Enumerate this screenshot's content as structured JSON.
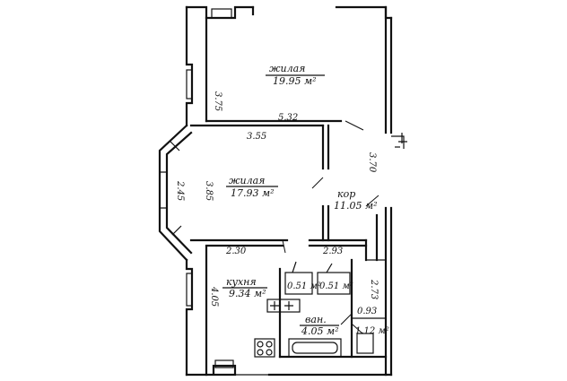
{
  "rooms": {
    "living_top": {
      "name": "жилая",
      "area": "19.95 м²"
    },
    "living_mid": {
      "name": "жилая",
      "area": "17.93 м²"
    },
    "corridor": {
      "name": "кор",
      "area": "11.05 м²"
    },
    "kitchen": {
      "name": "кухня",
      "area": "9.34 м²"
    },
    "bath": {
      "name": "ван.",
      "area": "4.05 м²"
    },
    "closet_a": {
      "area": "0.51 м²"
    },
    "closet_b": {
      "area": "0.51 м²"
    },
    "wc": {
      "area": "1.12 м²"
    }
  },
  "dims": {
    "d_375": "3.75",
    "d_532": "5.32",
    "d_355": "3.55",
    "d_370": "3.70",
    "d_245": "2.45",
    "d_385": "3.85",
    "d_230": "2.30",
    "d_293": "2.93",
    "d_405": "4.05",
    "d_273": "2.73",
    "d_093": "0.93"
  }
}
